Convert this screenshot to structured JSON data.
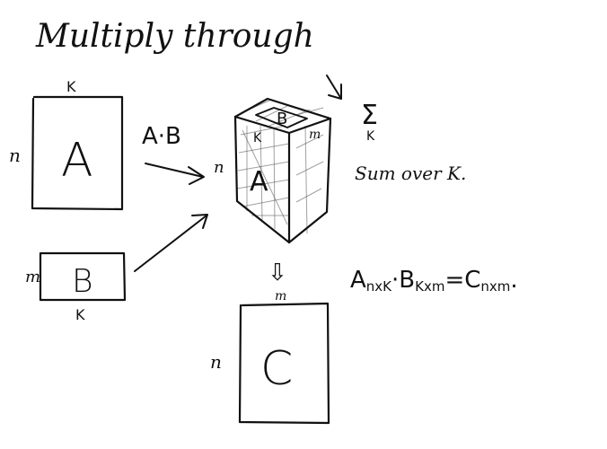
{
  "title": "Multiply through",
  "matrix_a": {
    "label": "A",
    "rows_label": "n",
    "cols_label": "K"
  },
  "matrix_b": {
    "label": "B",
    "rows_label": "m",
    "cols_label": "K"
  },
  "product_label": "A·B",
  "cube": {
    "front_label": "A",
    "top_label": "B",
    "left_dim": "n",
    "top_k": "K",
    "top_m": "m"
  },
  "sum": {
    "symbol": "Σ",
    "subscript": "K",
    "note": "Sum over K."
  },
  "matrix_c": {
    "label": "C",
    "rows_label": "n",
    "cols_label": "m"
  },
  "equation": {
    "a": "A",
    "a_sub": "nxK",
    "dot": "·",
    "b": "B",
    "b_sub": "Kxm",
    "eq": "=",
    "c": "C",
    "c_sub": "nxm",
    "end": "."
  },
  "down_arrow_glyph": "⇩"
}
